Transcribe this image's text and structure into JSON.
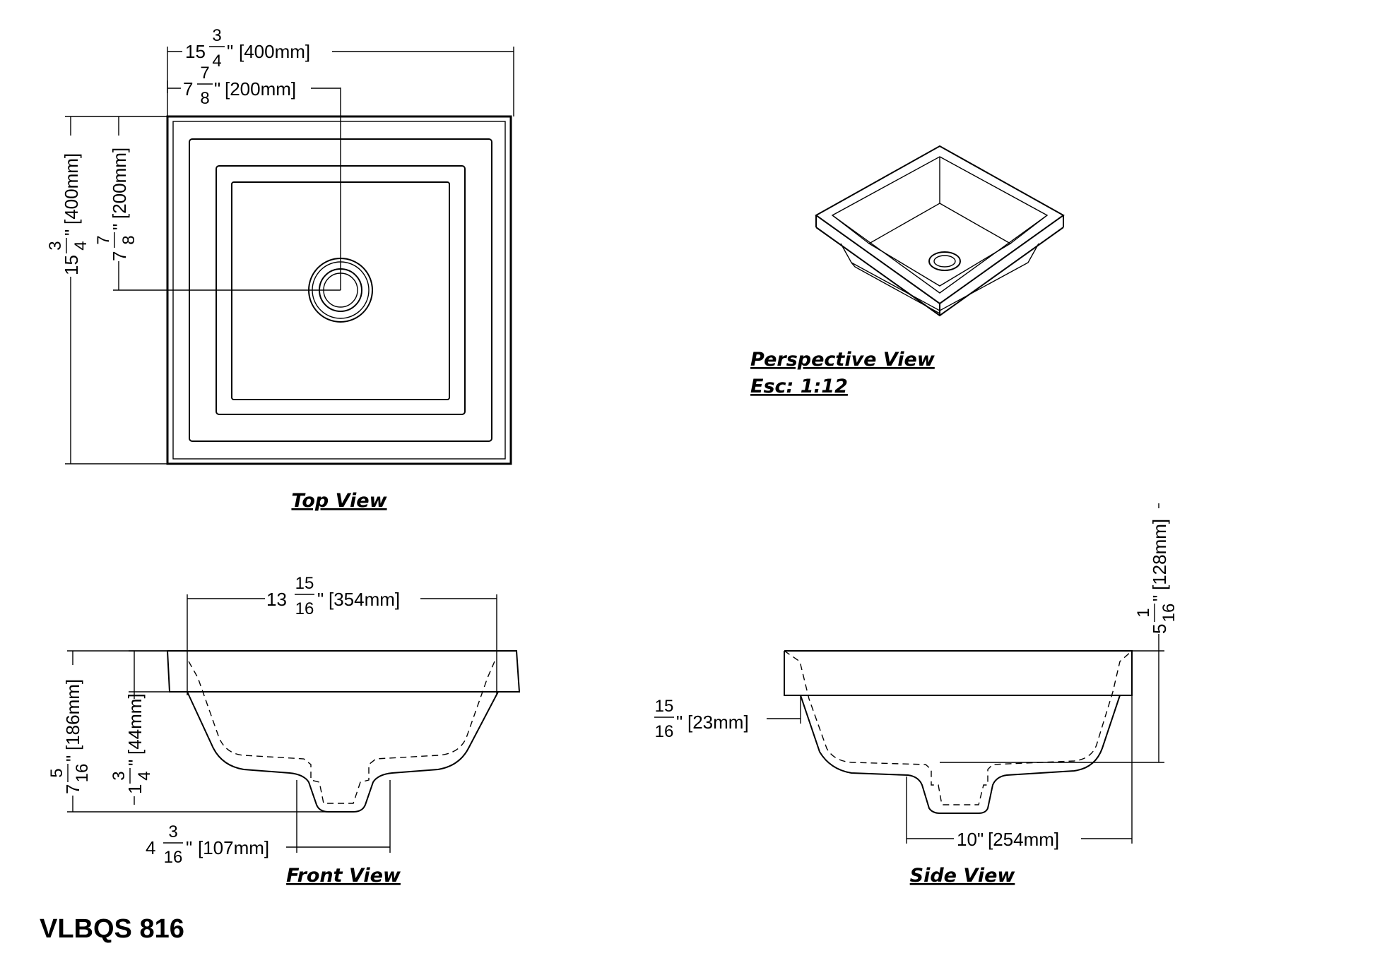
{
  "model": "VLBQS 816",
  "views": {
    "top": "Top View",
    "perspective": "Perspective View",
    "perspective_scale": "Esc: 1:12",
    "front": "Front View",
    "side": "Side View"
  },
  "dims": {
    "top_width": {
      "whole": "15",
      "num": "3",
      "den": "4",
      "mm": "[400mm]"
    },
    "top_center": {
      "whole": "7",
      "num": "7",
      "den": "8",
      "mm": "[200mm]"
    },
    "top_height": {
      "whole": "15",
      "num": "3",
      "den": "4",
      "mm": "[400mm]"
    },
    "top_vcenter": {
      "whole": "7",
      "num": "7",
      "den": "8",
      "mm": "[200mm]"
    },
    "front_inner": {
      "whole": "13",
      "num": "15",
      "den": "16",
      "mm": "[354mm]"
    },
    "front_total": {
      "whole": "7",
      "num": "5",
      "den": "16",
      "mm": "[186mm]"
    },
    "front_rim": {
      "whole": "1",
      "num": "3",
      "den": "4",
      "mm": "[44mm]"
    },
    "front_drain": {
      "whole": "4",
      "num": "3",
      "den": "16",
      "mm": "[107mm]"
    },
    "side_lip": {
      "whole": "",
      "num": "15",
      "den": "16",
      "mm": "[23mm]"
    },
    "side_height": {
      "whole": "5",
      "num": "1",
      "den": "16",
      "mm": "[128mm]"
    },
    "side_base": {
      "whole": "10",
      "mm": "[254mm]"
    }
  },
  "inch_mark": "\""
}
